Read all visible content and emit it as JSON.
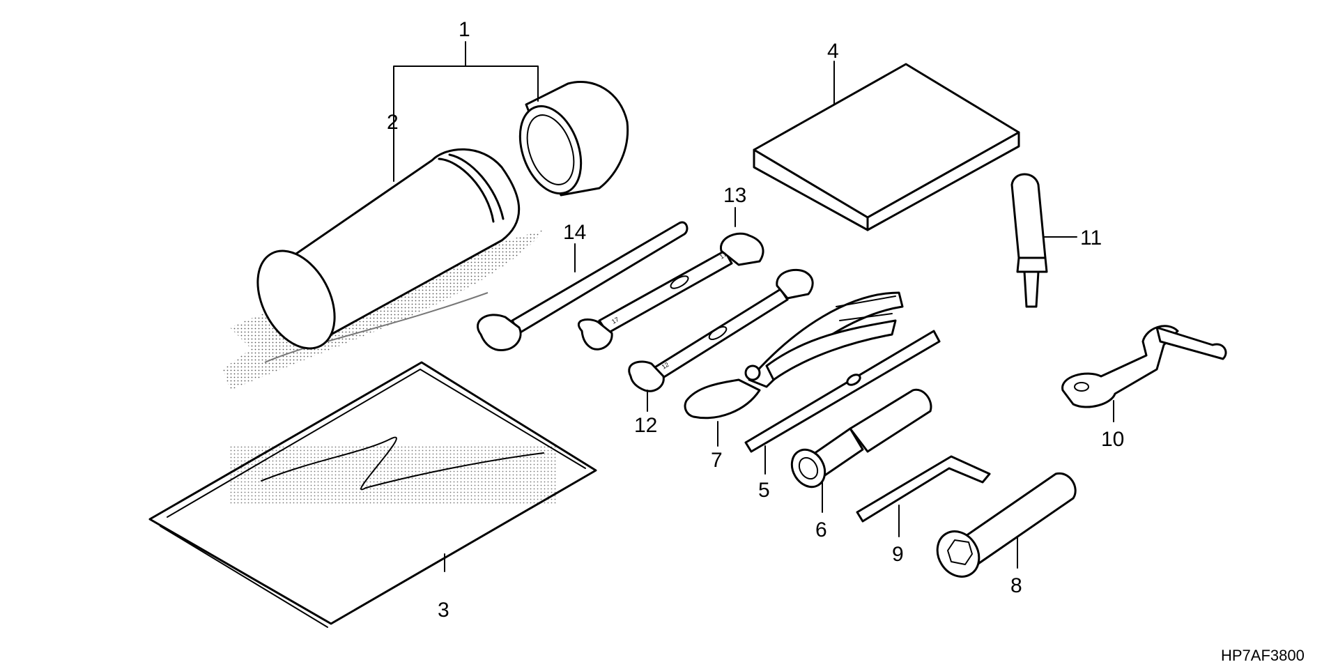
{
  "diagram": {
    "code": "HP7AF3800",
    "callouts": {
      "c1": "1",
      "c2": "2",
      "c3": "3",
      "c4": "4",
      "c5": "5",
      "c6": "6",
      "c7": "7",
      "c8": "8",
      "c9": "9",
      "c10": "10",
      "c11": "11",
      "c12": "12",
      "c13": "13",
      "c14": "14"
    },
    "wrench_stamps": {
      "w13": "17",
      "w12": "12"
    }
  }
}
